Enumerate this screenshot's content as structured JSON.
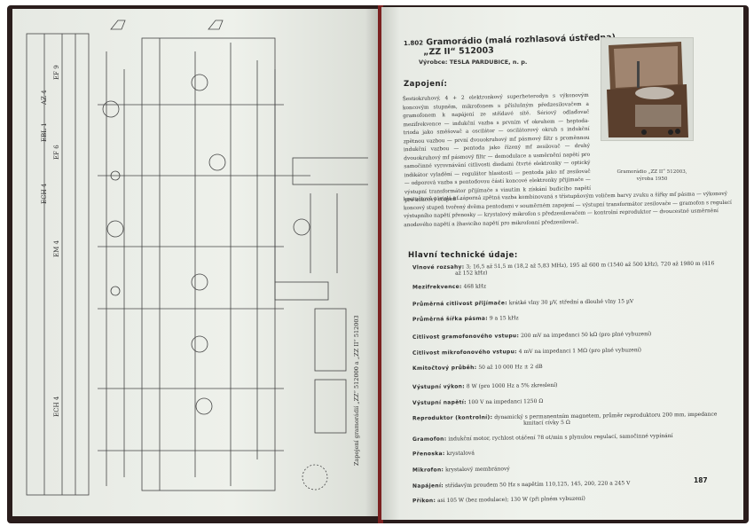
{
  "left_page": {
    "schematic_caption": "Zapojení gramorádií „ZZ“ 512000 a „ZZ II“ 512003",
    "tube_labels": [
      "EBL 1",
      "AZ 4",
      "EF 9",
      "ECH 4",
      "EM 4",
      "EF 6",
      "ECH 4"
    ]
  },
  "right_page": {
    "section_number": "1.802",
    "title_line1": "Gramorádio (malá rozhlasová ústředna)",
    "title_line2": "„ZZ II“ 512003",
    "manufacturer": "Výrobce: TESLA PARDUBICE, n. p.",
    "zapojeni_heading": "Zapojení:",
    "zapojeni_text_1": "Šestiokruhový, 4 + 2 elektronkový superheterodyn s výkonovým koncovým stupněm, mikrofonem s příslušným předzesilovačem a gramofonem k napájení ze střídavé sítě. Sériový odlaďovač mezifrekvence — indukční vazba s prvním vf okruhem — heptoda-trioda jako směšovač a oscilátor — oscilátorový okruh s indukční zpětnou vazbou — první dvouokruhový mf pásmový filtr s proměnnou indukční vazbou — pentoda jako řízený mf zesilovač — druhý dvouokruhový mf pásmový filtr — demodulace a usměrnění napětí pro samočinné vyrovnávání citlivosti diodami čtvrté elektronky — optický indikátor vyladění — regulátor hlasitosti — pentoda jako nf zesilovač — odporová vazba s pentodovou částí koncové elektronky přijímače — výstupní transformátor přijímače s vinutím k získání budicího napětí pro koncový stupeň —",
    "zapojeni_text_2": "kmitočtově závislá nf záporná zpětná vazba kombinovaná s třístupňovým voličem barvy zvuku a šířky mf pásma — výkonový koncový stupeň tvořený dvěma pentodami v souměrném zapojení — výstupní transformátor zesilovače — gramofon s regulací výstupního napětí přenosky — krystalový mikrofon s předzesilovačem — kontrolní reproduktor — dvoucestné usměrnění anodového napětí a žhavicího napětí pro mikrofonní předzesilovač.",
    "photo_caption_1": "Gramorádio „ZZ II“ 512003,",
    "photo_caption_2": "výroba 1950",
    "specs_heading": "Hlavní technické údaje:",
    "specs": [
      {
        "label": "Vlnové rozsahy:",
        "value": "3; 16,5 až 51,5 m (18,2 až 5,83 MHz), 195 až 600 m (1540 až 500 kHz), 720 až 1980 m (416",
        "value2": "až 152 kHz)"
      },
      {
        "label": "Mezifrekvence:",
        "value": "468 kHz"
      },
      {
        "label": "Průměrná citlivost přijímače:",
        "value": "krátké vlny 30 µV, střední a dlouhé vlny 15 µV"
      },
      {
        "label": "Průměrná šířka pásma:",
        "value": "9 a 15 kHz"
      },
      {
        "label": "Citlivost gramofonového vstupu:",
        "value": "200 mV na impedanci 50 kΩ (pro plné vybuzení)"
      },
      {
        "label": "Citlivost mikrofonového vstupu:",
        "value": "4 mV na impedanci 1 MΩ (pro plné vybuzení)"
      },
      {
        "label": "Kmitočtový průběh:",
        "value": "50 až 10 000 Hz ± 2 dB"
      },
      {
        "label": "Výstupní výkon:",
        "value": "8 W (pro 1000 Hz a 5% zkreslení)"
      },
      {
        "label": "Výstupní napětí:",
        "value": "100 V na impedanci 1250 Ω"
      },
      {
        "label": "Reproduktor (kontrolní):",
        "value": "dynamický s permanentním magnetem, průměr reproduktoru 200 mm, impedance",
        "value2": "kmitací cívky 5 Ω"
      },
      {
        "label": "Gramofon:",
        "value": "indukční motor, rychlost otáčení 78 ot/min s plynulou regulací, samočinné vypínání"
      },
      {
        "label": "Přenoska:",
        "value": "krystalová"
      },
      {
        "label": "Mikrofon:",
        "value": "krystalový membránový"
      },
      {
        "label": "Napájení:",
        "value": "střídavým proudem 50 Hz s napětím 110,125, 145, 200, 220 a 245 V"
      },
      {
        "label": "Příkon:",
        "value": "asi 105 W (bez modulace); 130 W (při plném vybuzení)"
      }
    ],
    "page_number": "187"
  }
}
